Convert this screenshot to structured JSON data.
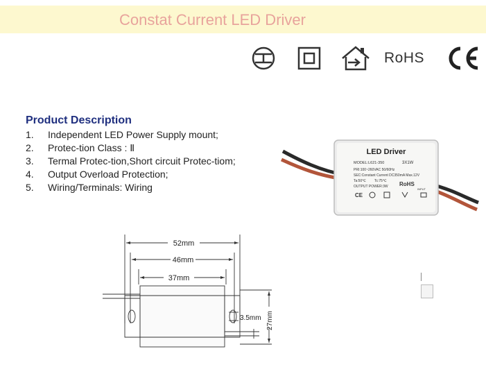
{
  "header": {
    "title": "Constat Current LED Driver"
  },
  "certifications": {
    "icons": [
      "double-insulation-icon",
      "class-ii-square-icon",
      "indoor-use-icon",
      "rohs-mark",
      "ce-mark"
    ],
    "rohs_label": "RoHS",
    "ce_label": "CE"
  },
  "description": {
    "heading": "Product Description",
    "items": [
      {
        "num": "1.",
        "text": "Independent LED Power Supply mount;"
      },
      {
        "num": "2.",
        "text": "Protec-tion Class : Ⅱ"
      },
      {
        "num": "3.",
        "text": "Termal Protec-tion,Short circuit Protec-tiom;"
      },
      {
        "num": "4.",
        "text": "Output Overload Protection;"
      },
      {
        "num": "5.",
        "text": "Wiring/Terminals: Wiring"
      }
    ]
  },
  "product_label": {
    "title": "LED Driver",
    "model": "MODEL:L621-350",
    "config": "3X1W",
    "pri": "PRI:100~260VAC 50/60Hz",
    "sec": "SEC:Constant Current DC350mA Max.12V",
    "ta": "Ta:50℃",
    "tc": "Tc:75℃",
    "output_power": "OUTPUT POWER:3W",
    "rohs": "RoHS",
    "input": "INPUT"
  },
  "dimensions": {
    "d1": "52mm",
    "d2": "46mm",
    "d3": "37mm",
    "d4": "3.5mm",
    "d5": "27mm"
  }
}
